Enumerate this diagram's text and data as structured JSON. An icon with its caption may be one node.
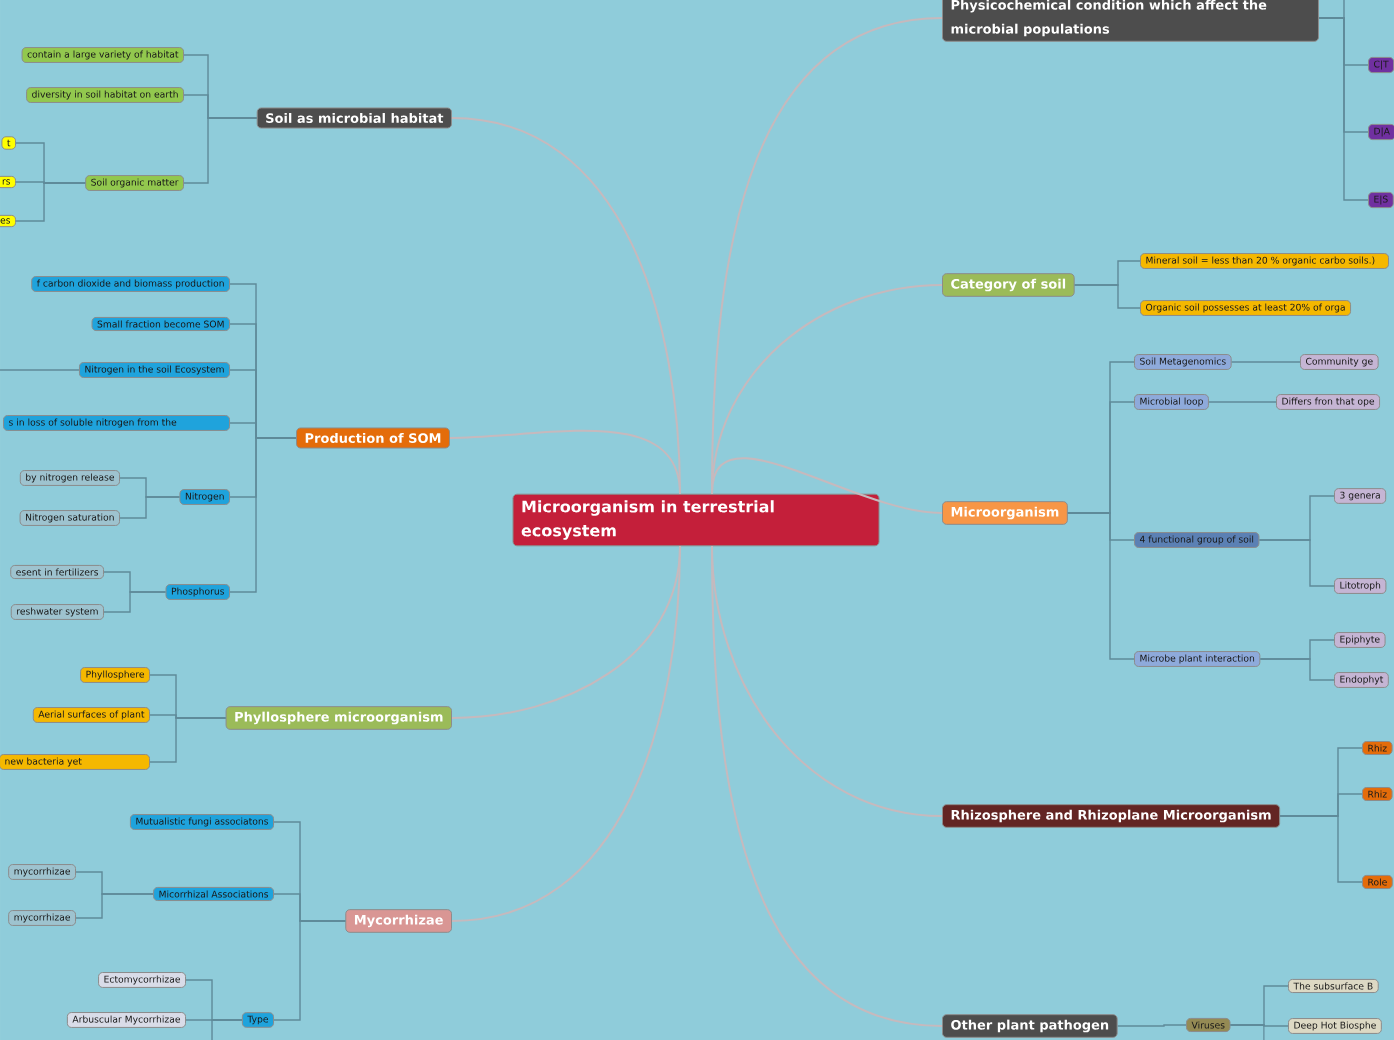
{
  "diagram": {
    "nodes": [
      {
        "text": [
          "Microorganism in terrestrial ecosystem"
        ]
      },
      {
        "text": [
          "Soil as microbial habitat"
        ]
      },
      {
        "text": [
          "contain a large variety of habitat"
        ]
      },
      {
        "text": [
          "diversity in soil habitat on earth"
        ]
      },
      {
        "text": [
          "Soil organic matter"
        ]
      },
      {
        "text": [
          "t"
        ]
      },
      {
        "text": [
          "rs"
        ]
      },
      {
        "text": [
          "es"
        ]
      },
      {
        "text": [
          "Production of SOM"
        ]
      },
      {
        "text": [
          "f carbon dioxide and biomass production"
        ]
      },
      {
        "text": [
          "Small fraction become SOM"
        ]
      },
      {
        "text": [
          "Nitrogen in the soil Ecosystem"
        ]
      },
      {
        "text": [
          "s in loss of soluble nitrogen from the"
        ]
      },
      {
        "text": [
          "Nitrogen"
        ]
      },
      {
        "text": [
          "by nitrogen release"
        ]
      },
      {
        "text": [
          "Nitrogen saturation"
        ]
      },
      {
        "text": [
          "Phosphorus"
        ]
      },
      {
        "text": [
          "esent in fertilizers"
        ]
      },
      {
        "text": [
          "reshwater system"
        ]
      },
      {
        "text": [
          "Phyllosphere microorganism"
        ]
      },
      {
        "text": [
          "Phyllosphere"
        ]
      },
      {
        "text": [
          "Aerial surfaces of plant"
        ]
      },
      {
        "text": [
          "new bacteria yet"
        ]
      },
      {
        "text": [
          "Mycorrhizae"
        ]
      },
      {
        "text": [
          "Mutualistic fungi associatons"
        ]
      },
      {
        "text": [
          "Micorrhizal Associations"
        ]
      },
      {
        "text": [
          "mycorrhizae"
        ]
      },
      {
        "text": [
          "mycorrhizae"
        ]
      },
      {
        "text": [
          "Type"
        ]
      },
      {
        "text": [
          "Ectomycorrhizae"
        ]
      },
      {
        "text": [
          "Arbuscular Mycorrhizae"
        ]
      },
      {
        "text": [
          "Physicochemical condition which affect the microbial populations"
        ]
      },
      {
        "text": [
          "C|T"
        ]
      },
      {
        "text": [
          "D|A"
        ]
      },
      {
        "text": [
          "E|S"
        ]
      },
      {
        "text": [
          "Category of soil"
        ]
      },
      {
        "text": [
          "Mineral soil = less than 20 % organic carbo soils.)"
        ]
      },
      {
        "text": [
          "Organic soil possesses at least 20% of orga"
        ]
      },
      {
        "text": [
          "Microorganism"
        ]
      },
      {
        "text": [
          "Soil Metagenomics"
        ]
      },
      {
        "text": [
          "Community ge"
        ]
      },
      {
        "text": [
          "Microbial loop"
        ]
      },
      {
        "text": [
          "Differs fron that ope"
        ]
      },
      {
        "text": [
          "4 functional group of soil"
        ]
      },
      {
        "text": [
          "3 genera"
        ]
      },
      {
        "text": [
          "Litotroph"
        ]
      },
      {
        "text": [
          "Microbe plant interaction"
        ]
      },
      {
        "text": [
          "Epiphyte"
        ]
      },
      {
        "text": [
          "Endophyt"
        ]
      },
      {
        "text": [
          "Rhizosphere and Rhizoplane Microorganism"
        ]
      },
      {
        "text": [
          "Rhiz"
        ]
      },
      {
        "text": [
          "Rhiz"
        ]
      },
      {
        "text": [
          "Role"
        ]
      },
      {
        "text": [
          "Other plant pathogen"
        ]
      },
      {
        "text": [
          "Viruses"
        ]
      },
      {
        "text": [
          "The subsurface B"
        ]
      },
      {
        "text": [
          "Deep Hot Biosphe"
        ]
      }
    ],
    "edges": [
      {
        "from": 0,
        "to": 1,
        "arrow": "none",
        "color": "#c6b9bd"
      },
      {
        "from": 0,
        "to": 8,
        "arrow": "none",
        "color": "#c6b9bd"
      },
      {
        "from": 0,
        "to": 19,
        "arrow": "none",
        "color": "#c6b9bd"
      },
      {
        "from": 0,
        "to": 23,
        "arrow": "none",
        "color": "#c6b9bd"
      },
      {
        "from": 0,
        "to": 31,
        "arrow": "none",
        "color": "#c6b9bd"
      },
      {
        "from": 0,
        "to": 35,
        "arrow": "none",
        "color": "#c6b9bd"
      },
      {
        "from": 0,
        "to": 38,
        "arrow": "none",
        "color": "#c6b9bd"
      },
      {
        "from": 0,
        "to": 49,
        "arrow": "none",
        "color": "#c6b9bd"
      },
      {
        "from": 0,
        "to": 53,
        "arrow": "none",
        "color": "#c6b9bd"
      },
      {
        "from": 1,
        "to": 2,
        "arrow": "none"
      },
      {
        "from": 1,
        "to": 3,
        "arrow": "none"
      },
      {
        "from": 1,
        "to": 4,
        "arrow": "none"
      },
      {
        "from": 4,
        "to": 5,
        "arrow": "none"
      },
      {
        "from": 4,
        "to": 6,
        "arrow": "none"
      },
      {
        "from": 4,
        "to": 7,
        "arrow": "none"
      },
      {
        "from": 8,
        "to": 9,
        "arrow": "none"
      },
      {
        "from": 8,
        "to": 10,
        "arrow": "none"
      },
      {
        "from": 8,
        "to": 11,
        "arrow": "none"
      },
      {
        "from": 8,
        "to": 12,
        "arrow": "none"
      },
      {
        "from": 8,
        "to": 13,
        "arrow": "none"
      },
      {
        "from": 8,
        "to": 16,
        "arrow": "none"
      },
      {
        "from": 11,
        "to": null,
        "arrow": "none"
      },
      {
        "from": 13,
        "to": 14,
        "arrow": "none"
      },
      {
        "from": 13,
        "to": 15,
        "arrow": "none"
      },
      {
        "from": 16,
        "to": 17,
        "arrow": "none"
      },
      {
        "from": 16,
        "to": 18,
        "arrow": "none"
      },
      {
        "from": 19,
        "to": 20,
        "arrow": "none"
      },
      {
        "from": 19,
        "to": 21,
        "arrow": "none"
      },
      {
        "from": 19,
        "to": 22,
        "arrow": "none"
      },
      {
        "from": 23,
        "to": 24,
        "arrow": "none"
      },
      {
        "from": 23,
        "to": 25,
        "arrow": "none"
      },
      {
        "from": 23,
        "to": 28,
        "arrow": "none"
      },
      {
        "from": 25,
        "to": 26,
        "arrow": "none"
      },
      {
        "from": 25,
        "to": 27,
        "arrow": "none"
      },
      {
        "from": 28,
        "to": 29,
        "arrow": "none"
      },
      {
        "from": 28,
        "to": 30,
        "arrow": "none"
      },
      {
        "from": 28,
        "to": null,
        "arrow": "none"
      },
      {
        "from": 31,
        "to": null,
        "arrow": "none"
      },
      {
        "from": 31,
        "to": 32,
        "arrow": "none"
      },
      {
        "from": 31,
        "to": 33,
        "arrow": "none"
      },
      {
        "from": 31,
        "to": 34,
        "arrow": "none"
      },
      {
        "from": 35,
        "to": 36,
        "arrow": "none"
      },
      {
        "from": 35,
        "to": 37,
        "arrow": "none"
      },
      {
        "from": 38,
        "to": 39,
        "arrow": "none"
      },
      {
        "from": 38,
        "to": 41,
        "arrow": "none"
      },
      {
        "from": 38,
        "to": 43,
        "arrow": "none"
      },
      {
        "from": 38,
        "to": 46,
        "arrow": "none"
      },
      {
        "from": 39,
        "to": 40,
        "arrow": "none"
      },
      {
        "from": 41,
        "to": 42,
        "arrow": "none"
      },
      {
        "from": 43,
        "to": 44,
        "arrow": "none"
      },
      {
        "from": 43,
        "to": 45,
        "arrow": "none"
      },
      {
        "from": 46,
        "to": 47,
        "arrow": "none"
      },
      {
        "from": 46,
        "to": 48,
        "arrow": "none"
      },
      {
        "from": 49,
        "to": 50,
        "arrow": "none"
      },
      {
        "from": 49,
        "to": 51,
        "arrow": "none"
      },
      {
        "from": 49,
        "to": 52,
        "arrow": "none"
      },
      {
        "from": 53,
        "to": 54,
        "arrow": "none"
      },
      {
        "from": 54,
        "to": 55,
        "arrow": "none"
      },
      {
        "from": 54,
        "to": 56,
        "arrow": "none"
      },
      {
        "from": 54,
        "to": null,
        "arrow": "none"
      }
    ]
  }
}
